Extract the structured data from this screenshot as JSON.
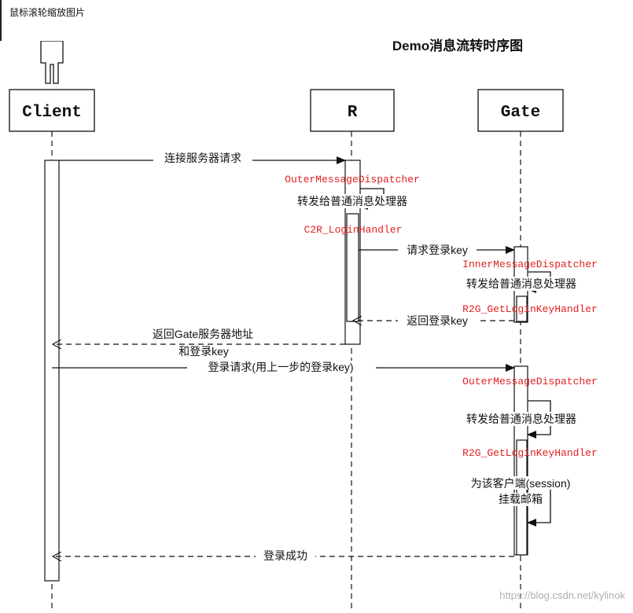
{
  "tooltip": "鼠标滚轮缩放图片",
  "title": "Demo消息流转时序图",
  "participants": {
    "client": "Client",
    "r": "R",
    "gate": "Gate"
  },
  "messages": {
    "m1": "连接服务器请求",
    "m2": "OuterMessageDispatcher",
    "m3": "转发给普通消息处理器",
    "m4": "C2R_LoginHandler",
    "m5": "请求登录key",
    "m6": "InnerMessageDispatcher",
    "m7": "转发给普通消息处理器",
    "m8": "R2G_GetLoginKeyHandler",
    "m9": "返回登录key",
    "m10a": "返回Gate服务器地址",
    "m10b": "和登录key",
    "m11": "登录请求(用上一步的登录key)",
    "m12": "OuterMessageDispatcher",
    "m13": "转发给普通消息处理器",
    "m14": "R2G_GetLoginKeyHandler",
    "m15a": "为该客户端(session)",
    "m15b": "挂载邮箱",
    "m16": "登录成功"
  },
  "watermark": "https://blog.csdn.net/kylinok",
  "colors": {
    "line": "#111111",
    "handler_text": "#e02020",
    "watermark": "#b0b0b0"
  }
}
